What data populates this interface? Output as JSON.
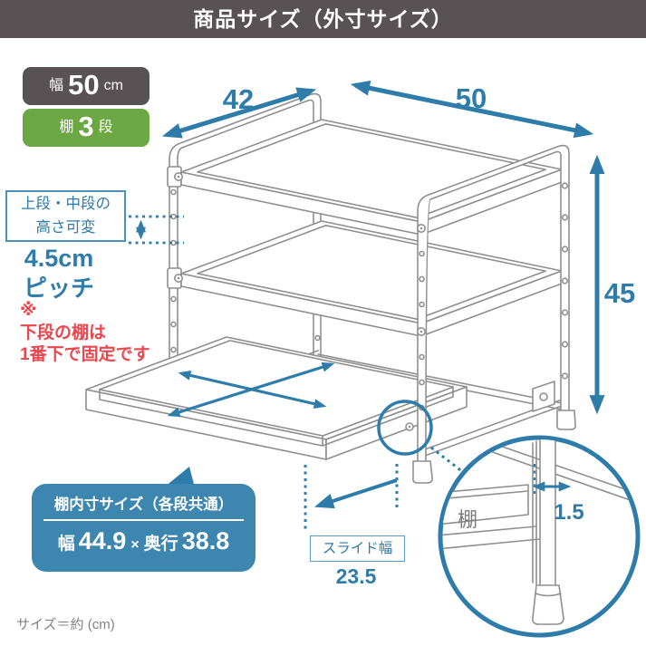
{
  "header": {
    "title": "商品サイズ（外寸サイズ）"
  },
  "badges": {
    "width": {
      "prefix": "幅",
      "value": "50",
      "unit": "cm"
    },
    "shelf": {
      "prefix": "棚",
      "value": "3",
      "unit": "段"
    }
  },
  "dimensions": {
    "depth_top": "42",
    "width_top": "50",
    "height_right": "45",
    "slide_width_value": "23.5",
    "gap_value": "1.5"
  },
  "adjust_note": {
    "line1": "上段・中段の",
    "line2": "高さ可変",
    "pitch_value": "4.5cm",
    "pitch_label": "ピッチ"
  },
  "fixed_note": {
    "mark": "※",
    "line1": "下段の棚は",
    "line2": "1番下で固定です"
  },
  "bubble": {
    "title": "棚内寸サイズ（各段共通）",
    "width_label": "幅",
    "width_value": "44.9",
    "times": "×",
    "depth_label": "奥行",
    "depth_value": "38.8"
  },
  "slide": {
    "label": "スライド幅"
  },
  "detail": {
    "shelf_label": "棚"
  },
  "footer": {
    "note": "サイズ＝約 (cm)"
  },
  "colors": {
    "accent_blue": "#2e7ca9",
    "bubble_blue": "#3d86af",
    "red": "#e8474d",
    "green": "#6ba843",
    "dark": "#595254",
    "line_gray": "#8f8f8f"
  }
}
